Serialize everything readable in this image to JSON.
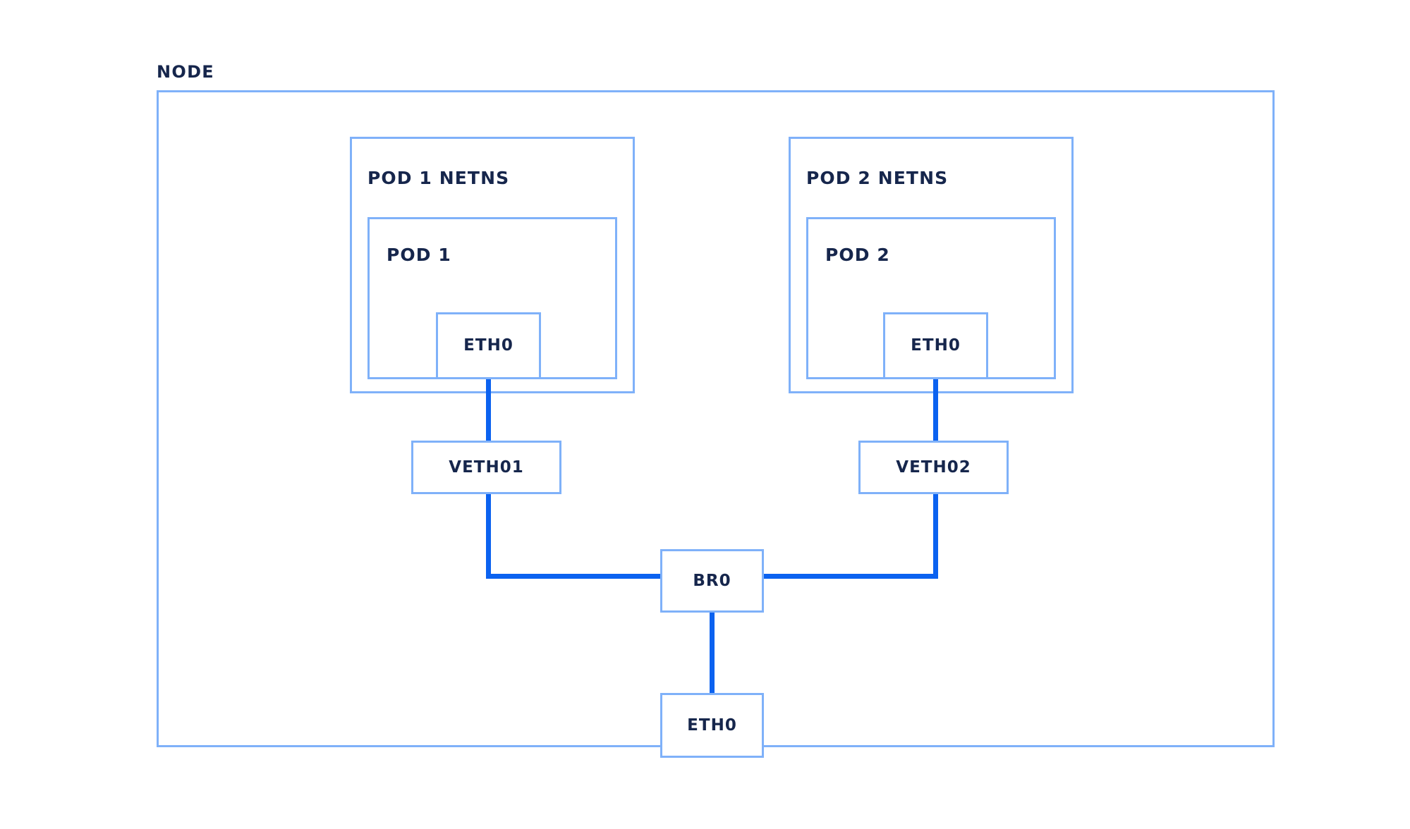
{
  "diagram": {
    "title": "NODE",
    "type": "network-topology",
    "colors": {
      "frame_border": "#7fb1f9",
      "connector": "#0b62f0",
      "text": "#16264c",
      "background": "#ffffff"
    },
    "node": {
      "label": "NODE"
    },
    "namespaces": [
      {
        "id": "pod1-netns",
        "label": "POD 1 NETNS",
        "pod": {
          "id": "pod1",
          "label": "POD 1",
          "interface": {
            "id": "pod1-eth0",
            "label": "ETH0"
          }
        },
        "veth": {
          "id": "veth01",
          "label": "VETH01"
        }
      },
      {
        "id": "pod2-netns",
        "label": "POD 2 NETNS",
        "pod": {
          "id": "pod2",
          "label": "POD 2",
          "interface": {
            "id": "pod2-eth0",
            "label": "ETH0"
          }
        },
        "veth": {
          "id": "veth02",
          "label": "VETH02"
        }
      }
    ],
    "bridge": {
      "id": "br0",
      "label": "BR0"
    },
    "uplink": {
      "id": "node-eth0",
      "label": "ETH0"
    },
    "connections": [
      {
        "from": "pod1-eth0",
        "to": "veth01"
      },
      {
        "from": "veth01",
        "to": "br0"
      },
      {
        "from": "pod2-eth0",
        "to": "veth02"
      },
      {
        "from": "veth02",
        "to": "br0"
      },
      {
        "from": "br0",
        "to": "node-eth0"
      }
    ]
  }
}
